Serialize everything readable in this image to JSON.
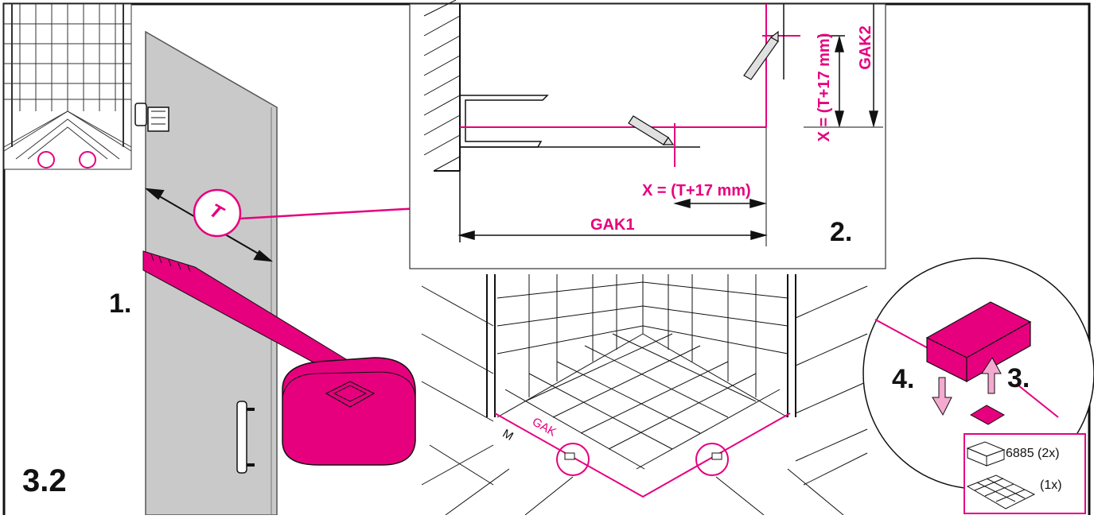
{
  "colors": {
    "accent": "#e6007e",
    "accent_light": "#f4a9cf",
    "glass": "#c9c9c9",
    "ink": "#111111"
  },
  "labels": {
    "section": "3.2",
    "step1": "1.",
    "step2": "2.",
    "step3": "3.",
    "step4": "4.",
    "t_circle": "T",
    "x_horizontal": "X = (T+17 mm)",
    "x_vertical": "X = (T+17 mm)",
    "gak1": "GAK1",
    "gak2": "GAK2",
    "gak": "GAK",
    "m": "M"
  },
  "parts": [
    {
      "icon": "block-part-icon",
      "label": "6885 (2x)"
    },
    {
      "icon": "tile-sheet-icon",
      "label": "(1x)"
    }
  ]
}
